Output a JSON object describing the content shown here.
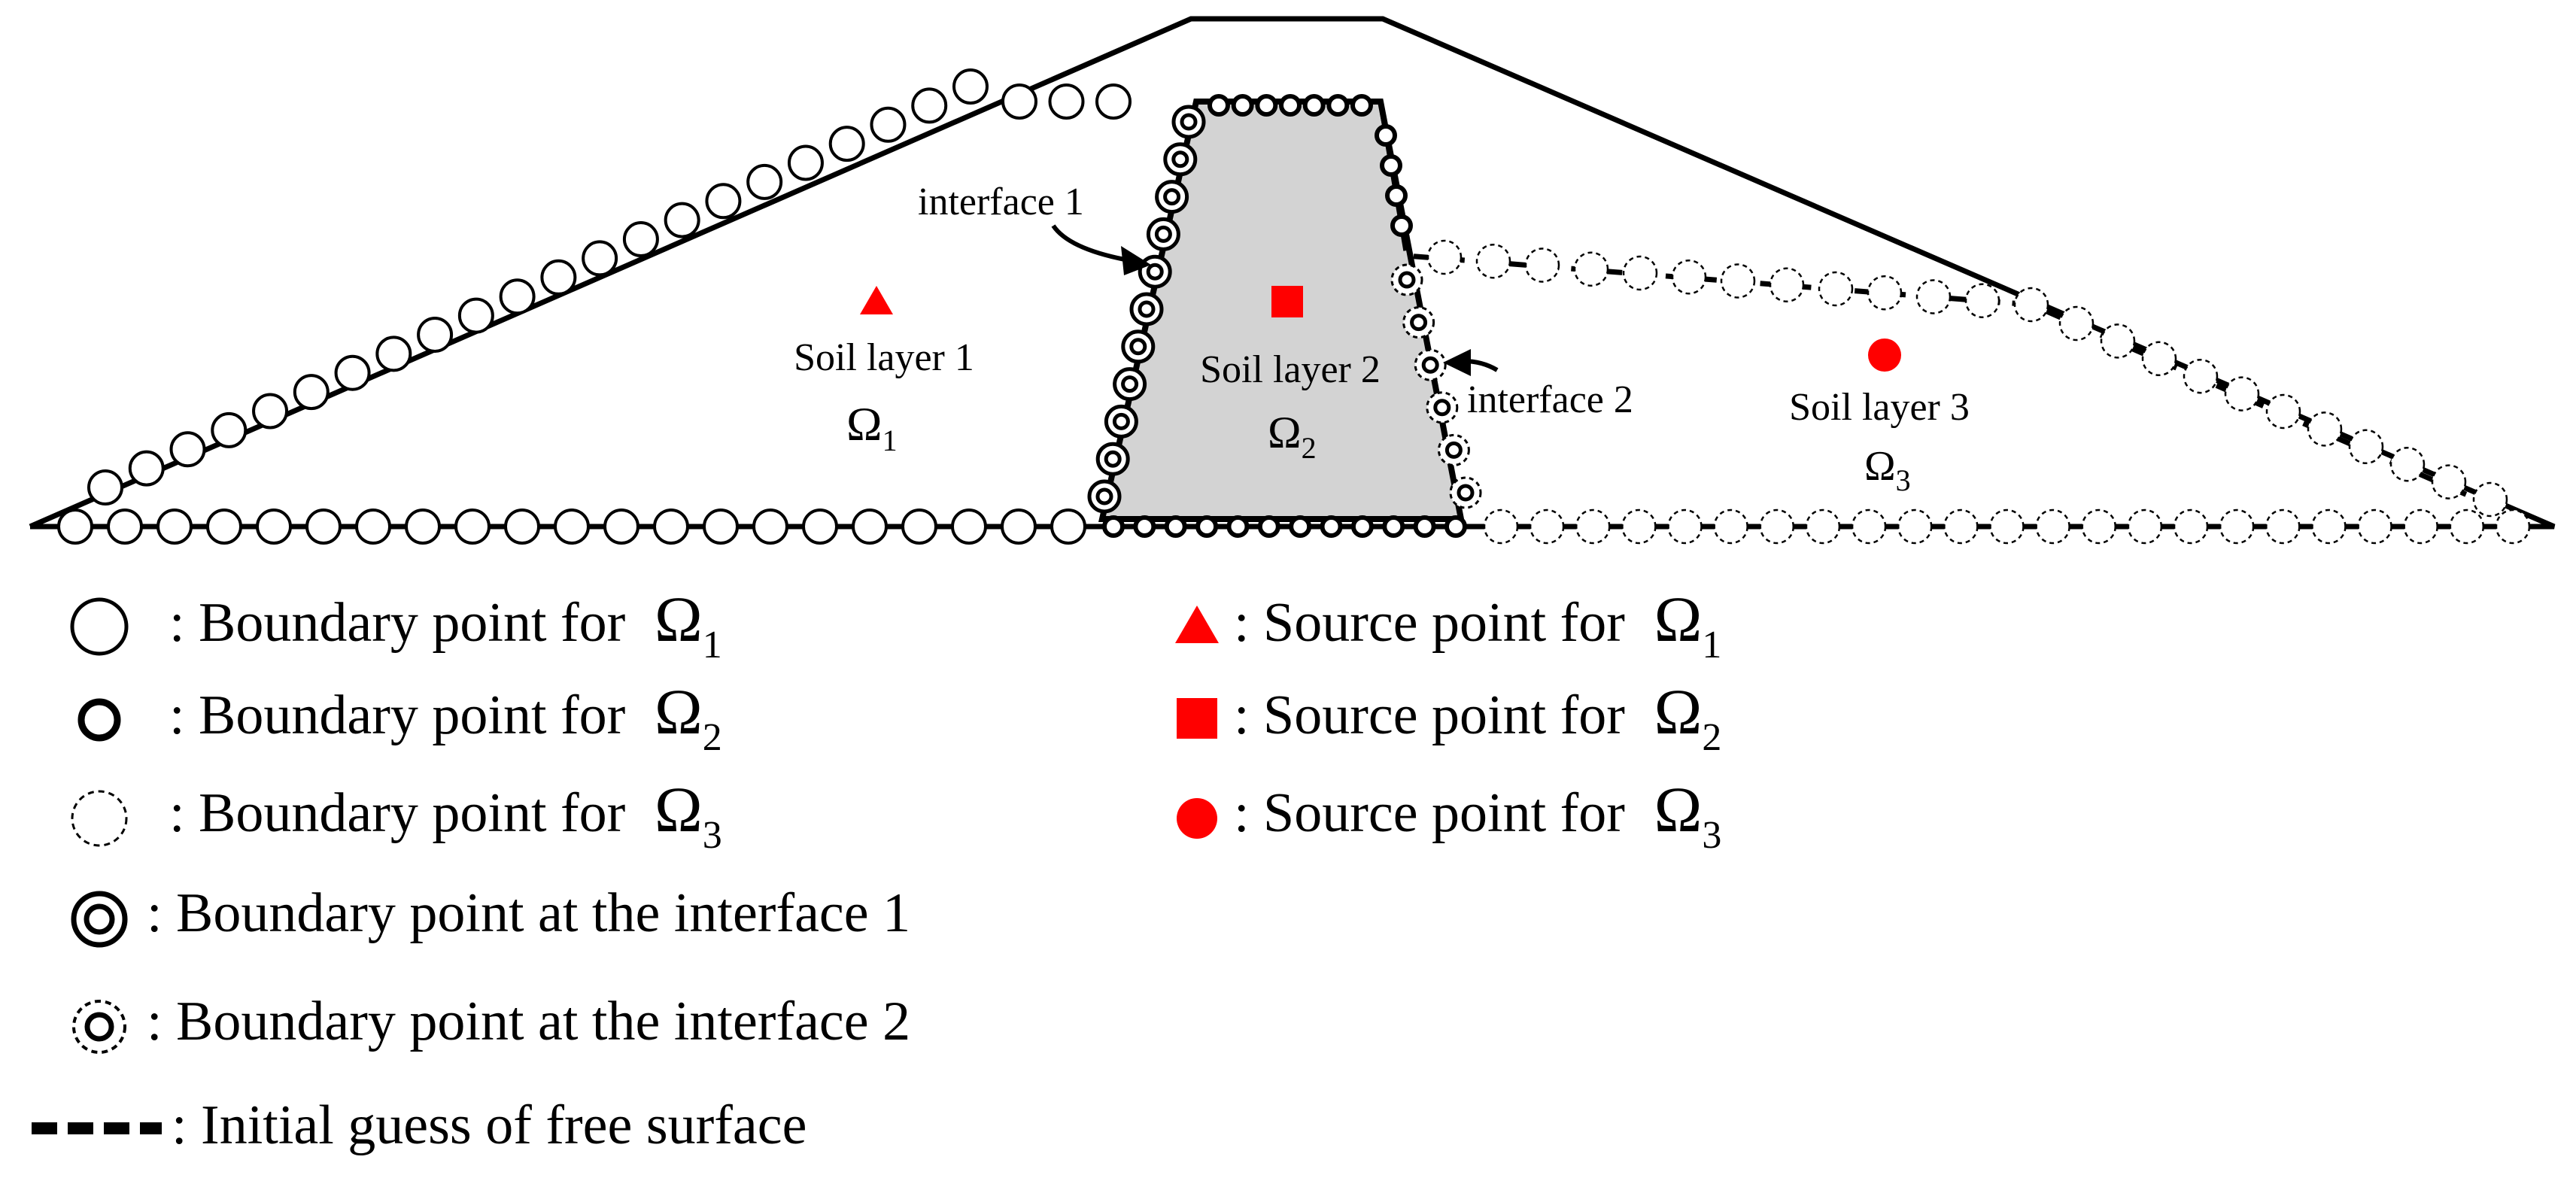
{
  "regions": {
    "soil1": {
      "label": "Soil layer 1",
      "omega": "Ω",
      "subscript": "1"
    },
    "soil2": {
      "label": "Soil layer 2",
      "omega": "Ω",
      "subscript": "2"
    },
    "soil3": {
      "label": "Soil layer 3",
      "omega": "Ω",
      "subscript": "3"
    }
  },
  "annotations": {
    "interface1": "interface 1",
    "interface2": "interface 2"
  },
  "legend": {
    "items": [
      {
        "text": ": Boundary point for ",
        "omega": "Ω",
        "subscript": "1"
      },
      {
        "text": ": Boundary point for ",
        "omega": "Ω",
        "subscript": "2"
      },
      {
        "text": ": Boundary point for ",
        "omega": "Ω",
        "subscript": "3"
      },
      {
        "text": ": Boundary point at the interface 1"
      },
      {
        "text": ": Boundary point at the interface 2"
      },
      {
        "text": ": Initial guess of free surface"
      }
    ],
    "sources": [
      {
        "text": ": Source point for ",
        "omega": "Ω",
        "subscript": "1"
      },
      {
        "text": ": Source point for ",
        "omega": "Ω",
        "subscript": "2"
      },
      {
        "text": ": Source point for ",
        "omega": "Ω",
        "subscript": "3"
      }
    ]
  },
  "colors": {
    "source": "#ff0000",
    "core_fill": "#d3d3d3",
    "line": "#000000"
  }
}
